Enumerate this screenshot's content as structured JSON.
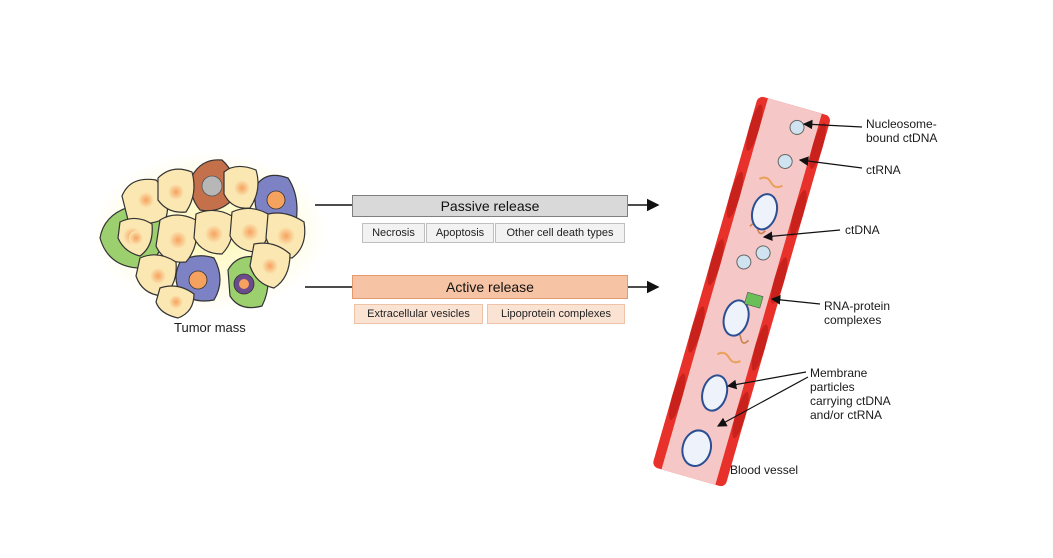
{
  "tumor": {
    "label": "Tumor mass"
  },
  "passive": {
    "title": "Passive release",
    "items": [
      "Necrosis",
      "Apoptosis",
      "Other cell death types"
    ]
  },
  "active": {
    "title": "Active release",
    "items": [
      "Extracellular vesicles",
      "Lipoprotein complexes"
    ]
  },
  "vessel": {
    "label": "Blood vessel",
    "annotations": {
      "nucleosome": [
        "Nucleosome-",
        "bound ctDNA"
      ],
      "ctrna": [
        "ctRNA"
      ],
      "ctdna": [
        "ctDNA"
      ],
      "rnaprotein": [
        "RNA-protein",
        "complexes"
      ],
      "membrane": [
        "Membrane",
        "particles",
        "carrying ctDNA",
        "and/or ctRNA"
      ]
    }
  },
  "colors": {
    "vessel_wall": "#e8312a",
    "vessel_lumen": "#f6c7c7",
    "cell_fill": "#fbe7b2",
    "cell_green": "#9ccf6e",
    "cell_blue": "#7d82c4",
    "cell_brown": "#c4704b",
    "passive_bar": "#d9d9d9",
    "active_bar": "#f6c3a4"
  }
}
